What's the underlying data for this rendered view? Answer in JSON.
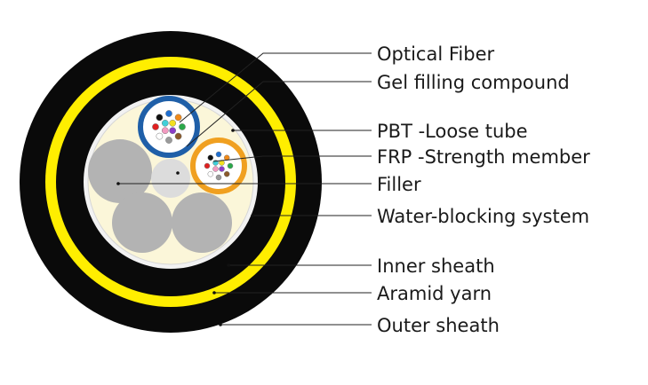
{
  "labels": [
    {
      "key": "optical_fiber",
      "text": "Optical Fiber"
    },
    {
      "key": "gel_filling",
      "text": "Gel filling compound"
    },
    {
      "key": "pbt_tube",
      "text": "PBT -Loose tube"
    },
    {
      "key": "frp_member",
      "text": "FRP -Strength member"
    },
    {
      "key": "filler",
      "text": "Filler"
    },
    {
      "key": "water_blocking",
      "text": "Water-blocking system"
    },
    {
      "key": "inner_sheath",
      "text": "Inner sheath"
    },
    {
      "key": "aramid_yarn",
      "text": "Aramid yarn"
    },
    {
      "key": "outer_sheath",
      "text": "Outer sheath"
    }
  ],
  "colors": {
    "outer_sheath": "#0a0a0a",
    "aramid_yarn": "#ffee00",
    "inner_sheath": "#0a0a0a",
    "water_blocking": "#f2f2f2",
    "gel_fill": "#fbf6d9",
    "filler": "#b3b3b3",
    "frp": "#dcdcdc",
    "tube_blue": "#1f5fa8",
    "tube_orange": "#f0a020",
    "fiber_colors": [
      "#1f6fd1",
      "#f08a1a",
      "#2aa84a",
      "#8a5a2b",
      "#9a9a9a",
      "#ffffff",
      "#e02020",
      "#111111",
      "#f2e020",
      "#8a3cc8",
      "#f39ac0",
      "#3fd0d8"
    ]
  }
}
